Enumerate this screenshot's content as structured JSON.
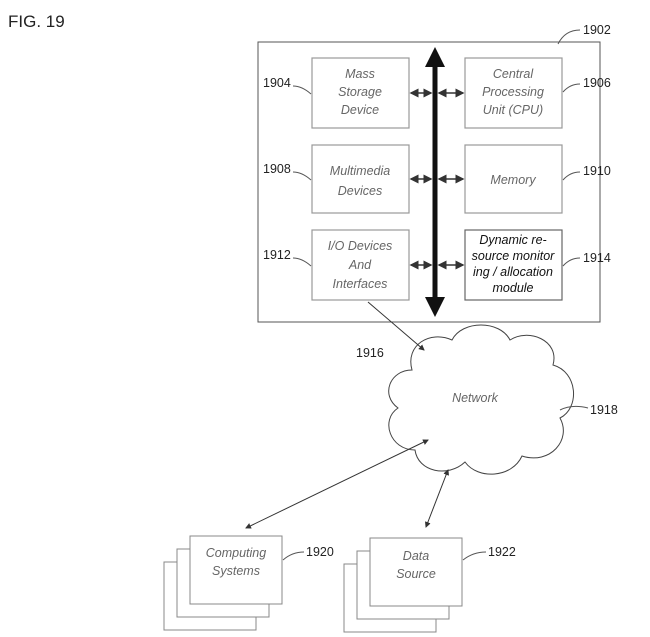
{
  "figure": {
    "title": "FIG. 19"
  },
  "computer": {
    "ref": "1902"
  },
  "blocks": [
    {
      "id": "mass-storage",
      "ref": "1904",
      "lines": [
        "Mass",
        "Storage",
        "Device"
      ]
    },
    {
      "id": "cpu",
      "ref": "1906",
      "lines": [
        "Central",
        "Processing",
        "Unit (CPU)"
      ]
    },
    {
      "id": "multimedia",
      "ref": "1908",
      "lines": [
        "Multimedia",
        "Devices"
      ]
    },
    {
      "id": "memory",
      "ref": "1910",
      "lines": [
        "Memory"
      ]
    },
    {
      "id": "io",
      "ref": "1912",
      "lines": [
        "I/O Devices",
        "And",
        "Interfaces"
      ]
    },
    {
      "id": "dynamic",
      "ref": "1914",
      "lines": [
        "Dynamic re-",
        "source monitor",
        "ing / allocation",
        "module"
      ]
    }
  ],
  "connection": {
    "ref": "1916"
  },
  "network": {
    "label": "Network",
    "ref": "1918"
  },
  "computing_systems": {
    "lines": [
      "Computing",
      "Systems"
    ],
    "ref": "1920"
  },
  "data_source": {
    "lines": [
      "Data",
      "Source"
    ],
    "ref": "1922"
  },
  "colors": {
    "line": "#333333",
    "box_border": "#999999",
    "bus": "#111111"
  }
}
